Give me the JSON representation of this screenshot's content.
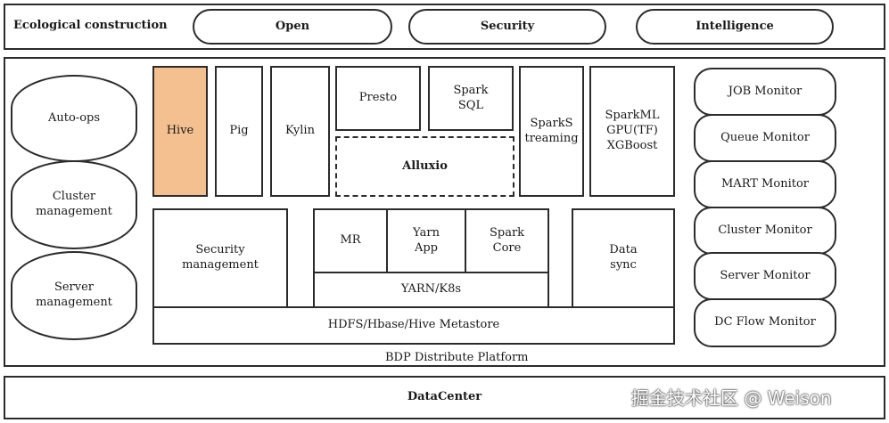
{
  "top": {
    "label": "Ecological construction",
    "items": [
      "Open",
      "Security",
      "Intelligence"
    ]
  },
  "left": [
    "Auto-ops",
    "Cluster management",
    "Server management"
  ],
  "compute": {
    "hive": "Hive",
    "pig": "Pig",
    "kylin": "Kylin",
    "presto": "Presto",
    "spark_sql": "Spark SQL",
    "alluxio": "Alluxio",
    "spark_streaming": "SparkS treaming",
    "sparkml": "SparkML GPU(TF) XGBoost"
  },
  "middle": {
    "security": "Security management",
    "mr": "MR",
    "yarn_app": "Yarn App",
    "spark_core": "Spark Core",
    "yarn_k8s": "YARN/K8s",
    "data_sync": "Data sync"
  },
  "storage": "HDFS/Hbase/Hive Metastore",
  "platform_label": "BDP Distribute Platform",
  "monitors": [
    "JOB Monitor",
    "Queue Monitor",
    "MART Monitor",
    "Cluster Monitor",
    "Server Monitor",
    "DC Flow Monitor"
  ],
  "datacenter": "DataCenter",
  "watermark": "掘金技术社区 @ Weison",
  "colors": {
    "hive_fill": "#f4c08f",
    "border": "#2b2b2b"
  }
}
